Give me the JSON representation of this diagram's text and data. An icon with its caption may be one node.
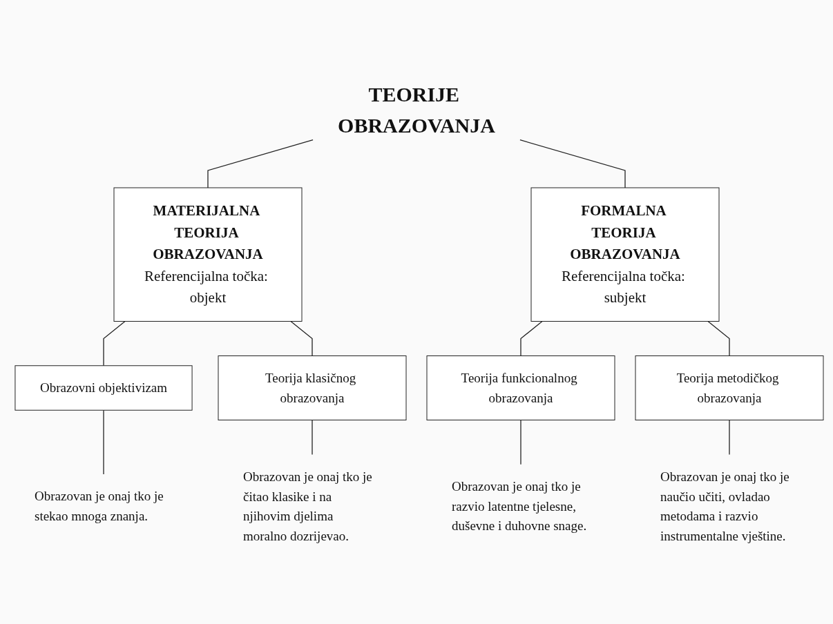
{
  "diagram": {
    "nodes": [
      {
        "text": [
          "TEORIJE OBRAZOVANJA"
        ]
      },
      {
        "text": [
          "MATERIJALNA TEORIJA OBRAZOVANJA",
          "Referencijalna točka: objekt"
        ]
      },
      {
        "text": [
          "FORMALNA TEORIJA OBRAZOVANJA",
          "Referencijalna točka: subjekt"
        ]
      },
      {
        "text": [
          "Obrazovni objektivizam"
        ]
      },
      {
        "text": [
          "Teorija klasičnog obrazovanja"
        ]
      },
      {
        "text": [
          "Teorija funkcionalnog obrazovanja"
        ]
      },
      {
        "text": [
          "Teorija metodičkog obrazovanja"
        ]
      },
      {
        "text": [
          "Obrazovan je onaj tko je stekao mnoga znanja."
        ]
      },
      {
        "text": [
          "Obrazovan je onaj tko je čitao klasike i na njihovim djelima moralno dozrijevao."
        ]
      },
      {
        "text": [
          "Obrazovan je onaj tko je razvio latentne tjelesne, duševne i duhovne snage."
        ]
      },
      {
        "text": [
          "Obrazovan je onaj tko je naučio učiti, ovladao metodama i razvio instrumentalne vještine."
        ]
      }
    ],
    "edges": [
      {
        "from": 0,
        "to": 1,
        "arrow": "none"
      },
      {
        "from": 0,
        "to": 2,
        "arrow": "none"
      },
      {
        "from": 1,
        "to": 3,
        "arrow": "none"
      },
      {
        "from": 1,
        "to": 4,
        "arrow": "none"
      },
      {
        "from": 2,
        "to": 5,
        "arrow": "none"
      },
      {
        "from": 2,
        "to": 6,
        "arrow": "none"
      },
      {
        "from": 3,
        "to": 7,
        "arrow": "none"
      },
      {
        "from": 4,
        "to": 8,
        "arrow": "none"
      },
      {
        "from": 5,
        "to": 9,
        "arrow": "none"
      },
      {
        "from": 6,
        "to": 10,
        "arrow": "none"
      }
    ]
  }
}
